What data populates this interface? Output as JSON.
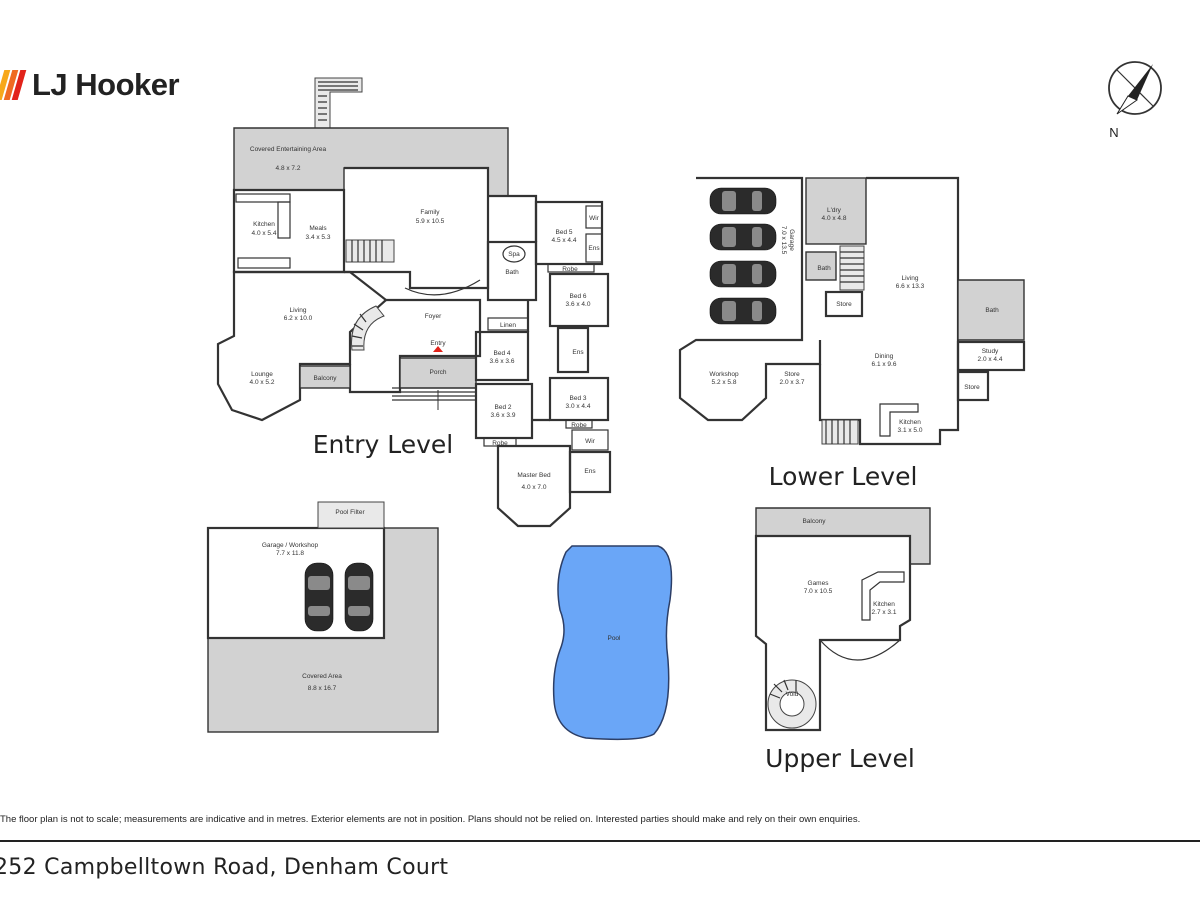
{
  "brand": {
    "name": "LJ Hooker",
    "colors": [
      "#f7a81b",
      "#ef6a22",
      "#e2231a"
    ]
  },
  "compass": {
    "label": "N"
  },
  "levels": {
    "entry": "Entry Level",
    "lower": "Lower Level",
    "upper": "Upper Level"
  },
  "rooms": {
    "entry": {
      "covered_entertaining": {
        "name": "Covered Entertaining Area",
        "dims": "4.8 x 7.2"
      },
      "kitchen": {
        "name": "Kitchen",
        "dims": "4.0 x 5.4"
      },
      "meals": {
        "name": "Meals",
        "dims": "3.4 x 5.3"
      },
      "family": {
        "name": "Family",
        "dims": "5.9 x 10.5"
      },
      "spa": "Spa",
      "bath": "Bath",
      "bed5": {
        "name": "Bed 5",
        "dims": "4.5 x 4.4"
      },
      "wir_top": "Wir",
      "ens_top": "Ens",
      "robe_top": "Robe",
      "bed6": {
        "name": "Bed 6",
        "dims": "3.6 x 4.0"
      },
      "living": {
        "name": "Living",
        "dims": "6.2 x 10.0"
      },
      "foyer": "Foyer",
      "linen": "Linen",
      "lounge": {
        "name": "Lounge",
        "dims": "4.0 x 5.2"
      },
      "balcony": "Balcony",
      "entry": "Entry",
      "porch": "Porch",
      "bed4": {
        "name": "Bed 4",
        "dims": "3.6 x 3.6"
      },
      "ens_mid": "Ens",
      "bed3": {
        "name": "Bed 3",
        "dims": "3.0 x 4.4"
      },
      "robe_mid": "Robe",
      "bed2": {
        "name": "Bed 2",
        "dims": "3.6 x 3.9"
      },
      "robe_low": "Robe",
      "wir_low": "Wir",
      "master_bed": {
        "name": "Master Bed",
        "dims": "4.0 x 7.0"
      },
      "ens_low": "Ens"
    },
    "lower": {
      "garage": {
        "name": "Garage",
        "dims": "7.0 x 13.5"
      },
      "ldry": {
        "name": "L'dry",
        "dims": "4.0 x 4.8"
      },
      "bath": "Bath",
      "store_a": "Store",
      "living": {
        "name": "Living",
        "dims": "6.6 x 13.3"
      },
      "bath2": "Bath",
      "study": {
        "name": "Study",
        "dims": "2.0 x 4.4"
      },
      "workshop": {
        "name": "Workshop",
        "dims": "5.2 x 5.8"
      },
      "store_b": {
        "name": "Store",
        "dims": "2.0 x 3.7"
      },
      "dining": {
        "name": "Dining",
        "dims": "6.1 x 9.6"
      },
      "store_c": "Store",
      "kitchen": {
        "name": "Kitchen",
        "dims": "3.1 x 5.0"
      }
    },
    "outdoor": {
      "pool_filter": "Pool Filter",
      "garage_workshop": {
        "name": "Garage / Workshop",
        "dims": "7.7 x 11.8"
      },
      "covered_area": {
        "name": "Covered Area",
        "dims": "8.8 x 16.7"
      },
      "pool": "Pool"
    },
    "upper": {
      "balcony": "Balcony",
      "games": {
        "name": "Games",
        "dims": "7.0 x 10.5"
      },
      "kitchen": {
        "name": "Kitchen",
        "dims": "2.7 x 3.1"
      },
      "void": "Void"
    }
  },
  "disclaimer": "The floor plan is not to scale; measurements are indicative and in metres. Exterior elements are not in position. Plans should not be relied on. Interested parties should make and rely on their own enquiries.",
  "address": "252 Campbelltown Road, Denham Court"
}
